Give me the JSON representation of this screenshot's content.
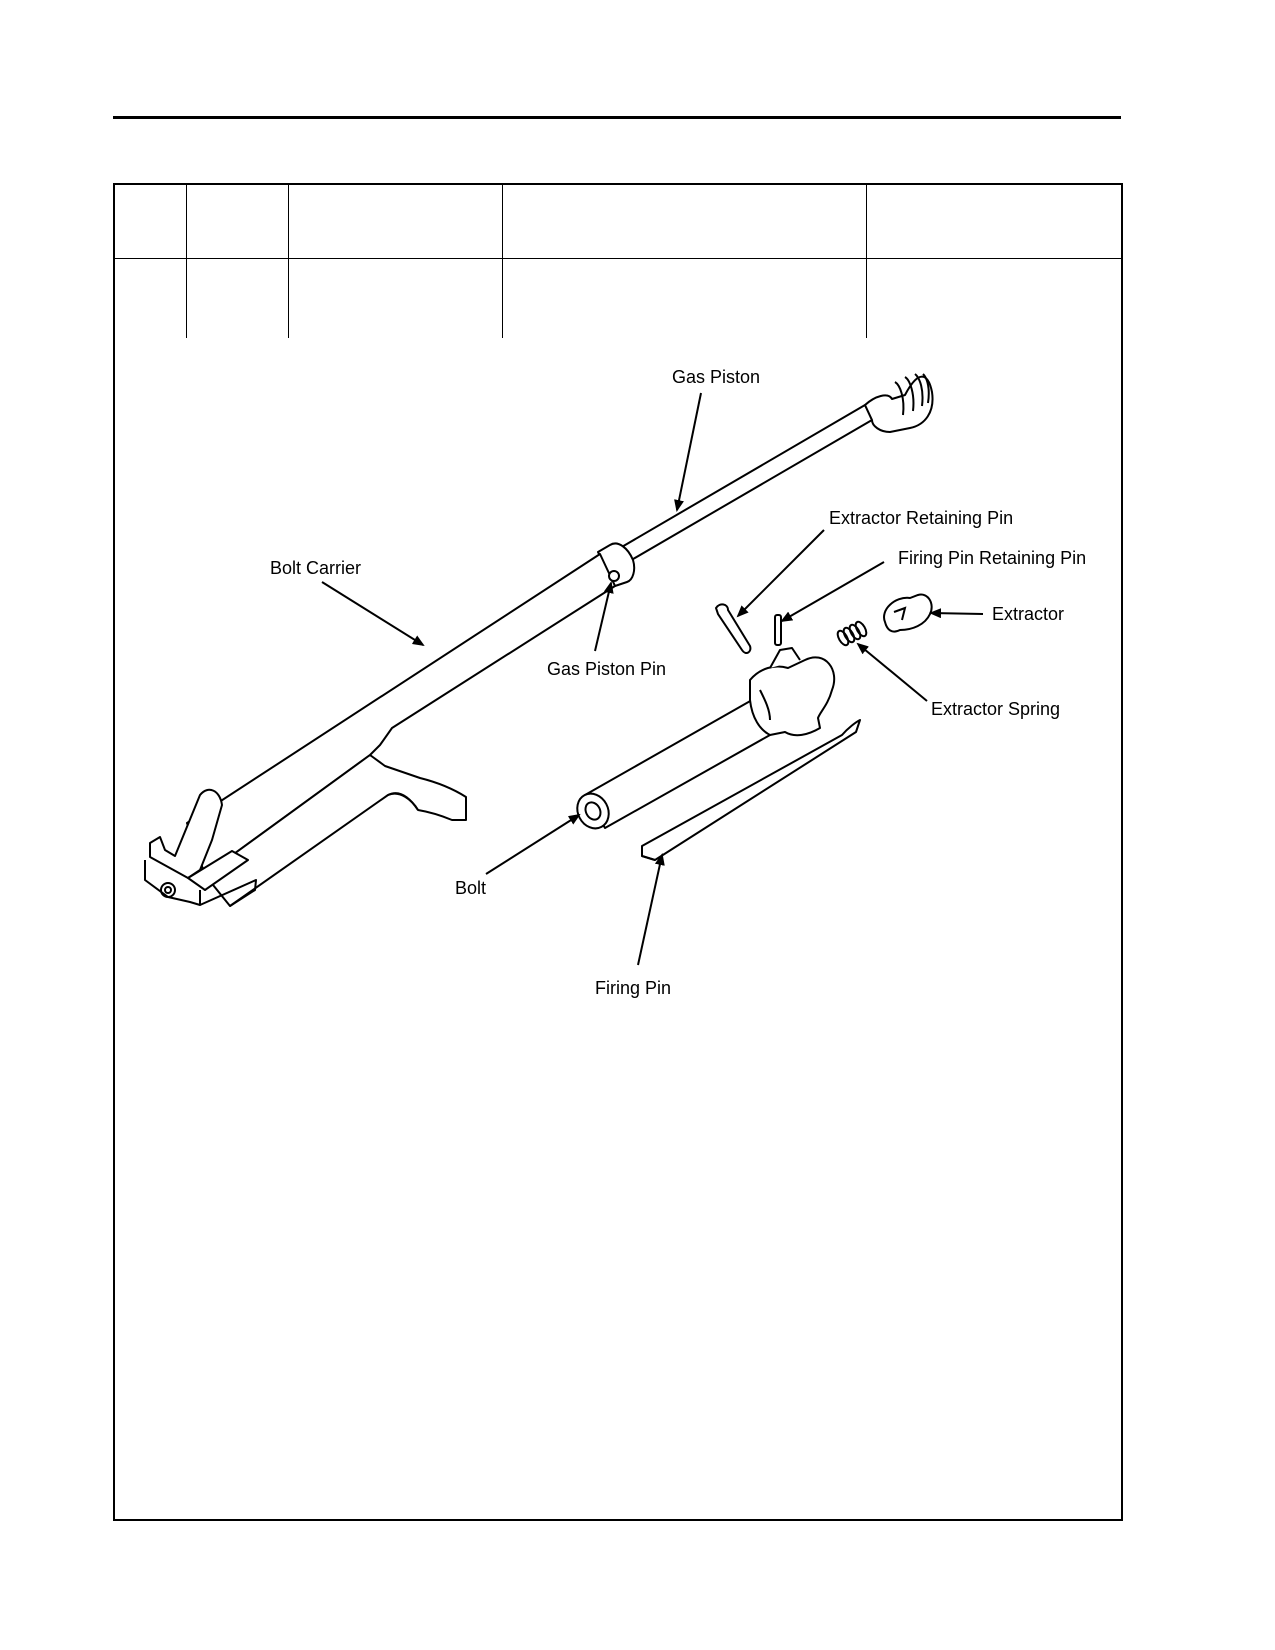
{
  "diagram": {
    "labels": {
      "gas_piston": "Gas Piston",
      "bolt_carrier": "Bolt Carrier",
      "gas_piston_pin": "Gas Piston Pin",
      "extractor_retaining_pin": "Extractor Retaining Pin",
      "firing_pin_retaining_pin": "Firing Pin Retaining Pin",
      "extractor": "Extractor",
      "extractor_spring": "Extractor Spring",
      "bolt": "Bolt",
      "firing_pin": "Firing Pin"
    }
  }
}
